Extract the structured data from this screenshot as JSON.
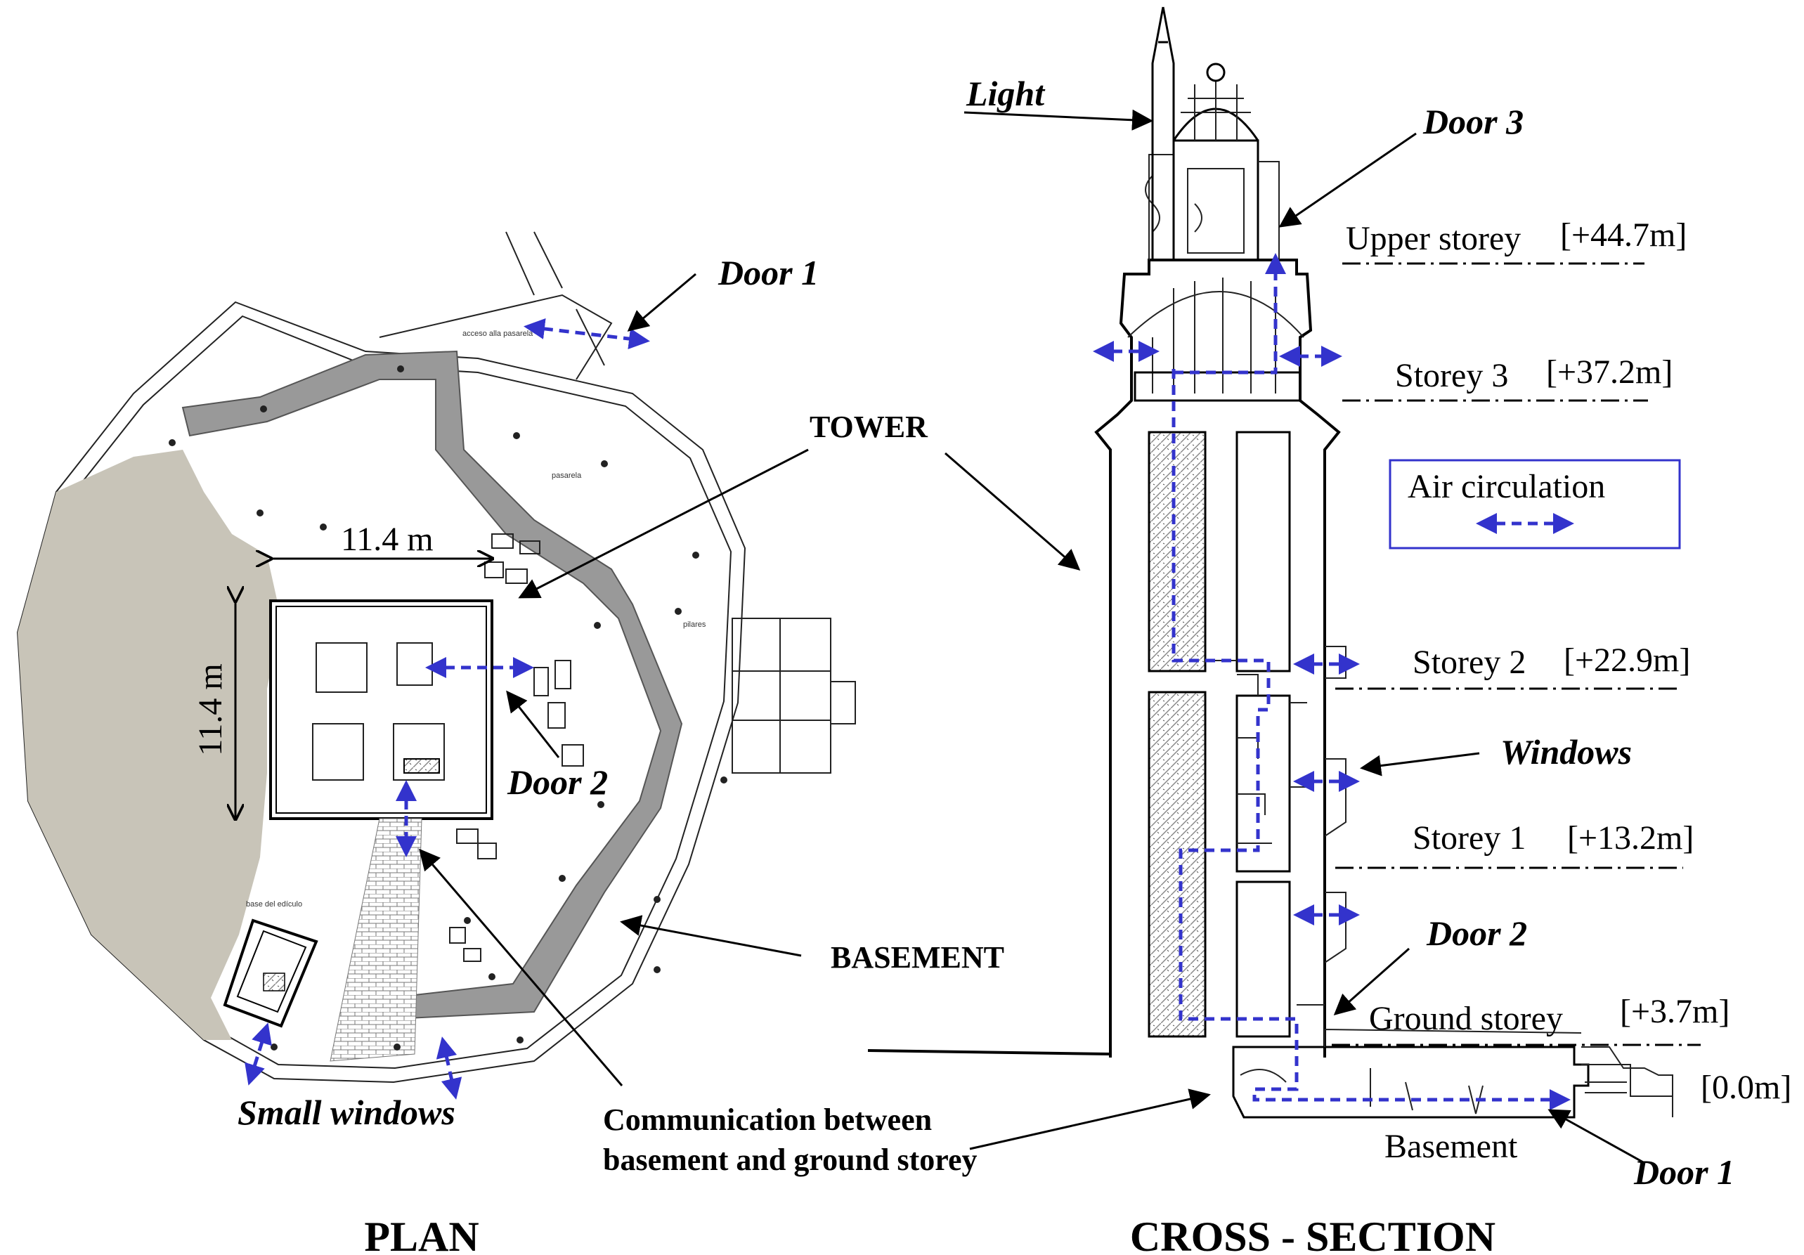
{
  "plan": {
    "title": "PLAN",
    "dim_horizontal": "11.4 m",
    "dim_vertical": "11.4 m",
    "door1": "Door 1",
    "door2": "Door 2",
    "tower": "TOWER",
    "basement": "BASEMENT",
    "small_windows": "Small windows",
    "communication_line1": "Communication between",
    "communication_line2": "basement and ground storey",
    "tiny_acceso": "acceso alla pasarela",
    "tiny_pasarela": "pasarela",
    "tiny_pilares": "pilares",
    "tiny_base": "base del edículo"
  },
  "section": {
    "title": "CROSS - SECTION",
    "light": "Light",
    "door3": "Door 3",
    "door2": "Door 2",
    "door1": "Door 1",
    "windows": "Windows",
    "legend_label": "Air circulation",
    "levels": [
      {
        "name": "Upper storey",
        "elevation": "[+44.7m]"
      },
      {
        "name": "Storey 3",
        "elevation": "[+37.2m]"
      },
      {
        "name": "Storey 2",
        "elevation": "[+22.9m]"
      },
      {
        "name": "Storey 1",
        "elevation": "[+13.2m]"
      },
      {
        "name": "Ground storey",
        "elevation": "[+3.7m]"
      },
      {
        "name": "",
        "elevation": "[0.0m]"
      }
    ],
    "basement_label": "Basement"
  },
  "colors": {
    "air_circulation": "#3333cc",
    "rock": "#c8c4b8",
    "wall": "#999999"
  }
}
